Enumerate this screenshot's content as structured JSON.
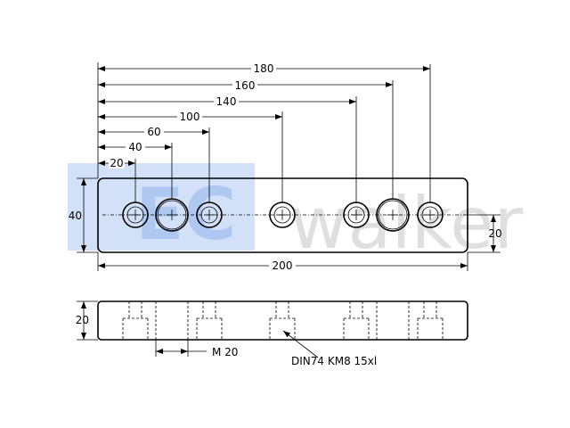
{
  "dimensions": {
    "d180": "180",
    "d160": "160",
    "d140": "140",
    "d100": "100",
    "d60": "60",
    "d40": "40",
    "d20": "20",
    "height_top": "40",
    "offset_right": "20",
    "length": "200",
    "height_side": "20"
  },
  "notes": {
    "thread": "M 20",
    "screw": "DIN74 KM8 15xl"
  },
  "watermark": {
    "brand_left": "EC",
    "brand_right": "walker"
  },
  "colors": {
    "watermark_blue": "#0a5bd8",
    "line": "#000000"
  }
}
